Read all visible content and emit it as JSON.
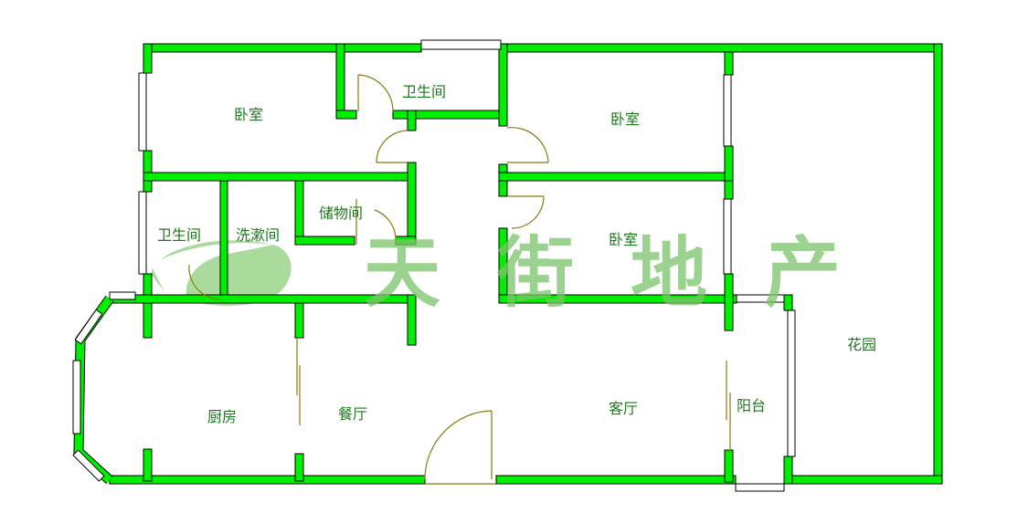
{
  "rooms": {
    "bedroom_nw": "卧室",
    "bath_north": "卫生间",
    "bedroom_ne": "卧室",
    "bath_west": "卫生间",
    "washroom": "洗漱间",
    "storage": "储物间",
    "bedroom_mid": "卧室",
    "kitchen": "厨房",
    "dining": "餐厅",
    "living": "客厅",
    "balcony": "阳台",
    "garden": "花园"
  },
  "watermark": {
    "text": "天街地产"
  },
  "colors": {
    "wall": "#00ee00",
    "label": "#1a7a1a",
    "door": "#8a7a10",
    "watermark": "#7cc46a"
  }
}
